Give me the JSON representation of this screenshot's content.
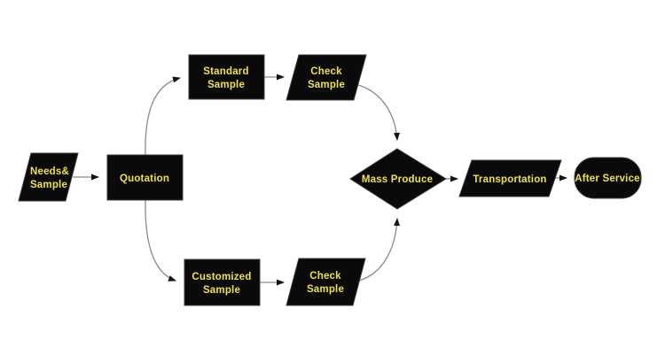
{
  "diagram": {
    "type": "flowchart",
    "description": "Product order process flowchart, black shapes with yellow labels on white background",
    "colors": {
      "background": "#ffffff",
      "node_fill": "#0a0a0a",
      "node_stroke": "#3c3c3c",
      "node_text": "#efe23b",
      "connector": "#8a8a8a",
      "arrowhead": "#141414"
    },
    "nodes": [
      {
        "id": "needs-sample",
        "shape": "parallelogram",
        "label": "Needs& Sample",
        "label_lines": [
          "Needs&",
          "Sample"
        ]
      },
      {
        "id": "quotation",
        "shape": "rectangle",
        "label": "Quotation",
        "label_lines": [
          "Quotation"
        ]
      },
      {
        "id": "standard-sample",
        "shape": "rectangle",
        "label": "Standard Sample",
        "label_lines": [
          "Standard",
          "Sample"
        ]
      },
      {
        "id": "check-sample-top",
        "shape": "parallelogram",
        "label": "Check Sample",
        "label_lines": [
          "Check",
          "Sample"
        ]
      },
      {
        "id": "customized-sample",
        "shape": "rectangle",
        "label": "Customized Sample",
        "label_lines": [
          "Customized",
          "Sample"
        ]
      },
      {
        "id": "check-sample-bottom",
        "shape": "parallelogram",
        "label": "Check Sample",
        "label_lines": [
          "Check",
          "Sample"
        ]
      },
      {
        "id": "mass-produce",
        "shape": "diamond",
        "label": "Mass Produce",
        "label_lines": [
          "Mass Produce"
        ]
      },
      {
        "id": "transportation",
        "shape": "parallelogram",
        "label": "Transportation",
        "label_lines": [
          "Transportation"
        ]
      },
      {
        "id": "after-service",
        "shape": "stadium",
        "label": "After Service",
        "label_lines": [
          "After Service"
        ]
      }
    ],
    "edges": [
      {
        "from": "needs-sample",
        "to": "quotation"
      },
      {
        "from": "quotation",
        "to": "standard-sample"
      },
      {
        "from": "standard-sample",
        "to": "check-sample-top"
      },
      {
        "from": "check-sample-top",
        "to": "mass-produce"
      },
      {
        "from": "quotation",
        "to": "customized-sample"
      },
      {
        "from": "customized-sample",
        "to": "check-sample-bottom"
      },
      {
        "from": "check-sample-bottom",
        "to": "mass-produce"
      },
      {
        "from": "mass-produce",
        "to": "transportation"
      },
      {
        "from": "transportation",
        "to": "after-service"
      }
    ]
  }
}
